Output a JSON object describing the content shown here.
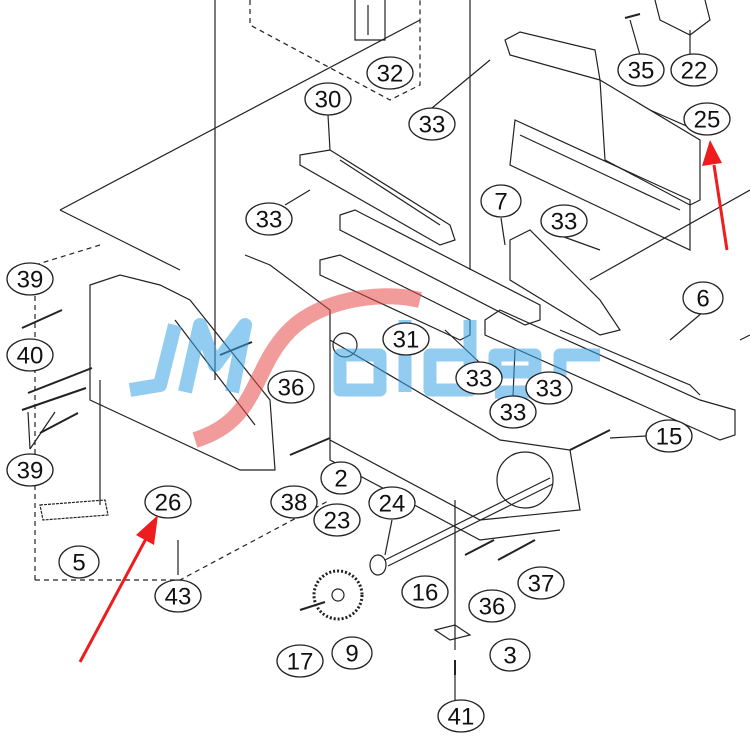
{
  "watermark": {
    "left": "JM",
    "right": "older",
    "blue": "#3aa6e6",
    "red": "#e84a4a"
  },
  "callouts": [
    "32",
    "35",
    "22",
    "30",
    "33",
    "25",
    "33",
    "7",
    "33",
    "39",
    "6",
    "31",
    "40",
    "36",
    "33",
    "33",
    "33",
    "15",
    "39",
    "2",
    "38",
    "26",
    "24",
    "23",
    "5",
    "43",
    "37",
    "36",
    "16",
    "9",
    "17",
    "3",
    "41"
  ],
  "arrow_color": "#ee1c1c"
}
